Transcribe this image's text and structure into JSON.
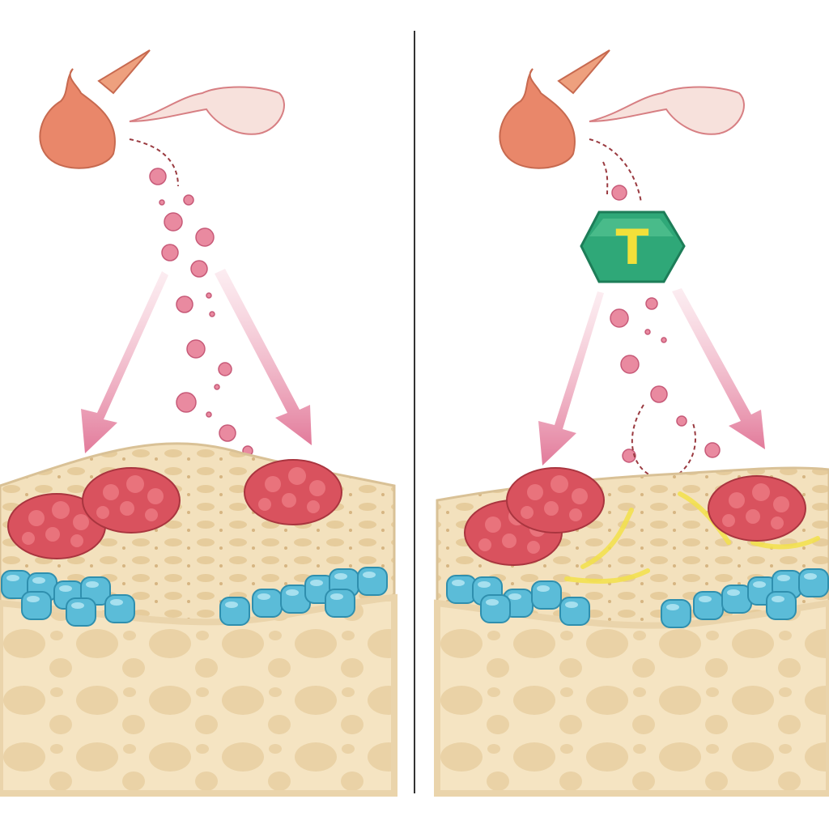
{
  "panels": [
    {
      "name": "without-blocker"
    },
    {
      "name": "with-blocker",
      "blocker": {
        "label": "T",
        "color": "#2fa878"
      }
    }
  ],
  "colors": {
    "gland": "#e9876a",
    "particle": "#e98aa0",
    "arrow": "#e27a9a",
    "tissue": "#f3e2c0",
    "red_cluster": "#d9525e",
    "blue_cluster": "#5bbcd8",
    "yellow_spread": "#f2e04a",
    "divider": "#333333"
  }
}
